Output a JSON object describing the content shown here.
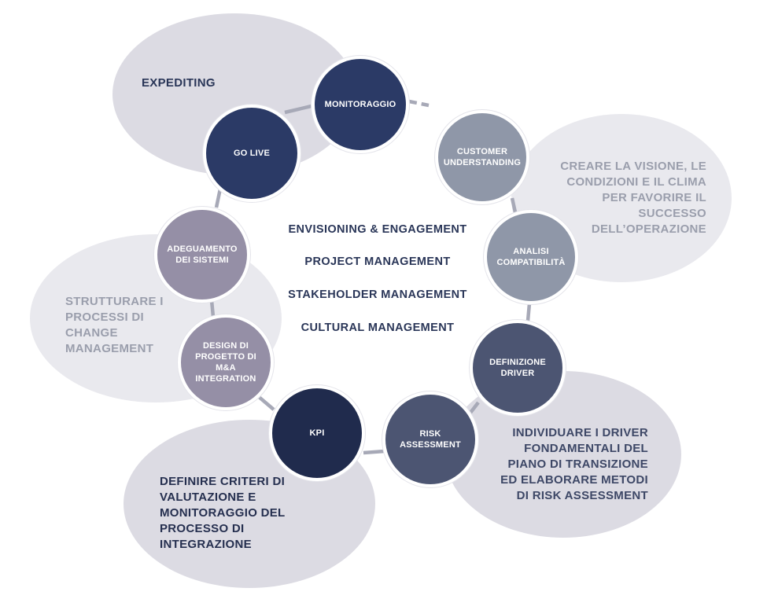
{
  "center": {
    "lines": [
      "ENVISIONING & ENGAGEMENT",
      "PROJECT MANAGEMENT",
      "STAKEHOLDER MANAGEMENT",
      "CULTURAL MANAGEMENT"
    ]
  },
  "blobs": {
    "expediting": "EXPEDITING",
    "vision": "CREARE LA VISIONE, LE CONDIZIONI E IL CLIMA PER FAVORIRE IL SUCCESSO DELL’OPERAZIONE",
    "change": "STRUTTURARE I PROCESSI DI CHANGE MANAGEMENT",
    "driver": "INDIVIDUARE I DRIVER FONDAMENTALI DEL PIANO DI TRANSIZIONE ED ELABORARE  METODI DI RISK ASSESSMENT",
    "criteri": "DEFINIRE CRITERI DI VALUTAZIONE E MONITORAGGIO DEL PROCESSO DI INTEGRAZIONE"
  },
  "nodes": {
    "monitoraggio": "MONITORAGGIO",
    "golive": "GO LIVE",
    "customer": "CUSTOMER UNDERSTANDING",
    "analisi": "ANALISI COMPATIBILITÀ",
    "definizione": "DEFINIZIONE DRIVER",
    "risk": "RISK ASSESSMENT",
    "kpi": "KPI",
    "design": "DESIGN DI PROGETTO DI M&A INTEGRATION",
    "adeguamento": "ADEGUAMENTO DEI SISTEMI"
  },
  "colors": {
    "dark_navy": "#2b3a66",
    "darkest_navy": "#202b4d",
    "slate": "#4c5572",
    "gray_blue": "#8f97a8",
    "mauve": "#958fa6",
    "blob_light": "#e9e9ee",
    "blob_mid": "#dcdbe3"
  }
}
